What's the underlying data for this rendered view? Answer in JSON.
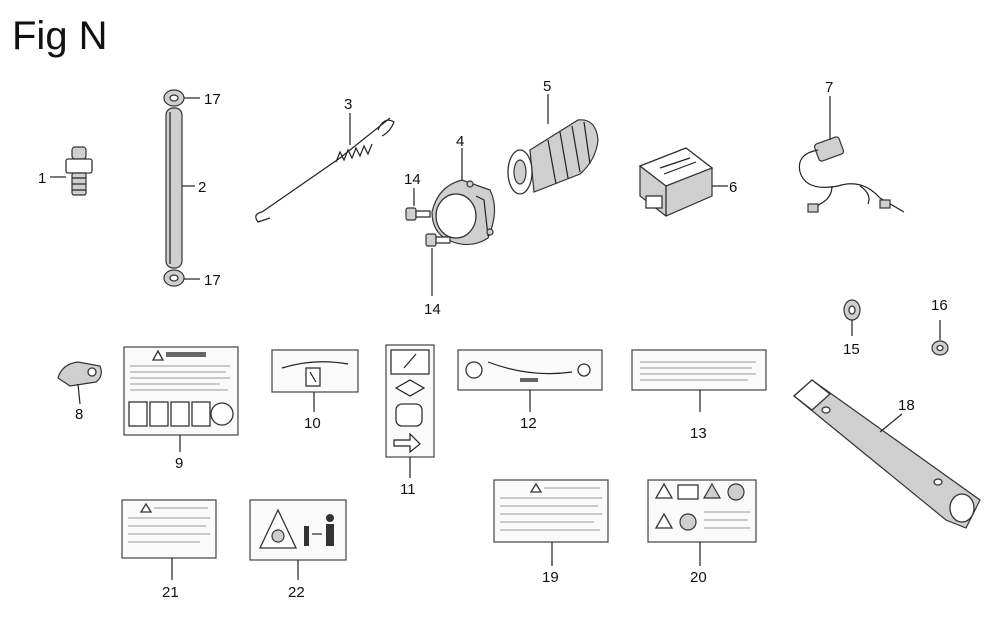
{
  "title": "Fig N",
  "callouts": [
    "1",
    "2",
    "3",
    "4",
    "5",
    "6",
    "7",
    "8",
    "9",
    "10",
    "11",
    "12",
    "13",
    "14",
    "14",
    "15",
    "16",
    "17",
    "17",
    "18",
    "19",
    "20",
    "21",
    "22"
  ]
}
